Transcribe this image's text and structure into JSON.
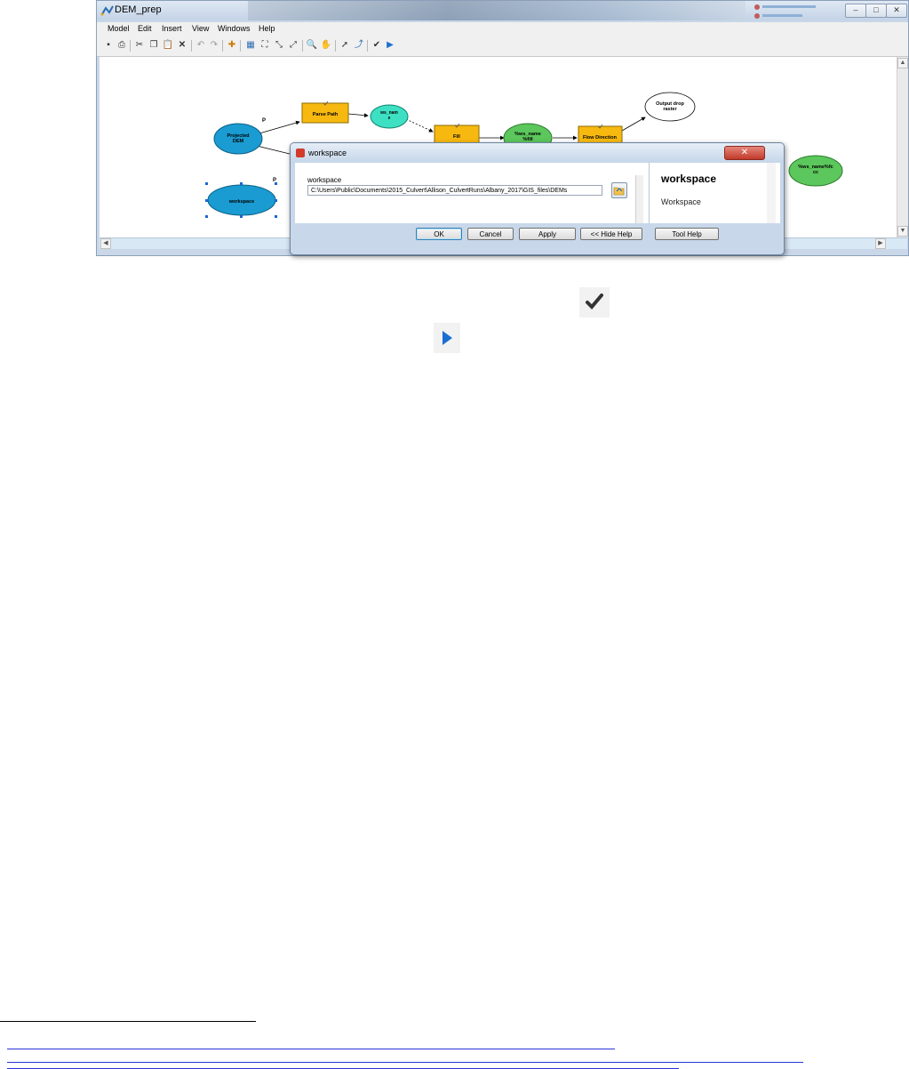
{
  "window": {
    "title": "DEM_prep",
    "menu": [
      "Model",
      "Edit",
      "Insert",
      "View",
      "Windows",
      "Help"
    ],
    "controls": {
      "minimize": "–",
      "maximize": "□",
      "close": "✕"
    },
    "toolbar_icons": [
      "save-icon",
      "print-icon",
      "cut-icon",
      "copy-icon",
      "paste-icon",
      "delete-icon",
      "undo-icon",
      "redo-icon",
      "add-data-icon",
      "auto-layout-icon",
      "full-extent-icon",
      "fixed-zoom-in-icon",
      "fixed-zoom-out-icon",
      "zoom-in-icon",
      "pan-icon",
      "select-icon",
      "connect-icon",
      "validate-icon",
      "run-icon"
    ]
  },
  "model": {
    "nodes": {
      "projected_dem": "Projected DEM",
      "parse_path": "Parse Path",
      "ws_name": "ws_nam e",
      "fill": "Fill",
      "fill_output": "%ws_name %fill",
      "flow_direction": "Flow Direction",
      "output_drop_raster": "Output drop raster",
      "flow_dir_output": "%ws_name%fc cc",
      "workspace": "workspace"
    },
    "param_markers": [
      "P",
      "P"
    ],
    "colors": {
      "variable": "#1a9bd1",
      "tool": "#f7b90f",
      "derived": "#5cc75c",
      "value": "#3de0c3"
    }
  },
  "dialog": {
    "title": "workspace",
    "close_glyph": "✕",
    "param_label": "workspace",
    "path_value": "C:\\Users\\Public\\Documents\\2015_Culvert\\Allison_CulvertRuns\\Albany_2017\\GIS_files\\DEMs",
    "help": {
      "title": "workspace",
      "description": "Workspace"
    },
    "buttons": {
      "ok": "OK",
      "cancel": "Cancel",
      "apply": "Apply",
      "hide_help": "<< Hide Help",
      "tool_help": "Tool Help"
    }
  },
  "document": {
    "icons": [
      "validate-checkmark-icon",
      "run-play-icon"
    ]
  }
}
